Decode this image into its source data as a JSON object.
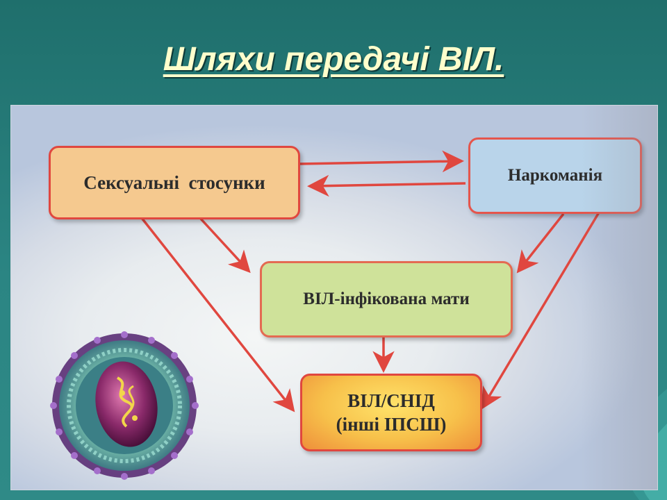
{
  "slide": {
    "title": "Шляхи передачі ВІЛ."
  },
  "diagram": {
    "nodes": {
      "sexual": "Сексуальні  стосунки",
      "drugs": "Наркоманія",
      "mother": "ВІЛ-інфікована мати",
      "aids_line1": "ВІЛ/СНІД",
      "aids_line2": "(інші ІПСШ)"
    },
    "colors": {
      "arrow": "#e0473f",
      "sexual_fill": "#f5c98f",
      "drugs_fill": "#b9d4ea",
      "mother_fill": "#cfe29a",
      "aids_fill": "#f7c04a"
    },
    "illustration": "hiv-virus-particle"
  }
}
